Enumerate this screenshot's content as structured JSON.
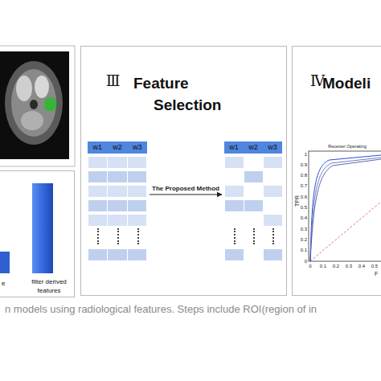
{
  "diagram": {
    "caption": "n models using radiological features. Steps include ROI(region of in",
    "nodes": [
      {
        "text": [
          "e",
          "filter derived features"
        ]
      },
      {
        "text": [
          "Ⅲ",
          "Feature Selection"
        ]
      },
      {
        "text": [
          "w1",
          "w2",
          "w3"
        ],
        "in": 1
      },
      {
        "text": [
          "w1",
          "w2",
          "w3"
        ],
        "in": 1
      },
      {
        "text": [
          "Ⅳ",
          "Modeli"
        ]
      }
    ],
    "edges": [
      {
        "from": 2,
        "to": 3,
        "label": "The Proposed Method",
        "arrow": "to"
      }
    ],
    "labels": [
      "Receiver Operating",
      "TPR",
      "1",
      "0.9",
      "0.8",
      "0.7",
      "0.6",
      "0.5",
      "0.4",
      "0.3",
      "0.2",
      "0.1",
      "0",
      "0",
      "0.1",
      "0.2",
      "0.3",
      "0.4",
      "0.5",
      "F"
    ]
  }
}
